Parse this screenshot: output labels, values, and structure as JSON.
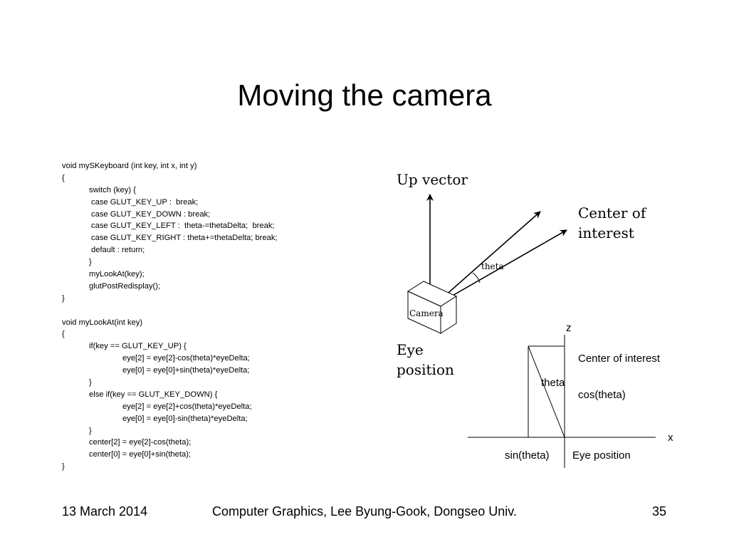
{
  "slide": {
    "title": "Moving the camera",
    "code_lines": [
      {
        "text": "void mySKeyboard (int key, int x, int y)",
        "indent": 0
      },
      {
        "text": "{",
        "indent": 0
      },
      {
        "text": "switch (key) {",
        "indent": 1
      },
      {
        "text": "case GLUT_KEY_UP :  break;",
        "indent": 1.5
      },
      {
        "text": "case GLUT_KEY_DOWN : break;",
        "indent": 1.5
      },
      {
        "text": "case GLUT_KEY_LEFT :  theta-=thetaDelta;  break;",
        "indent": 1.5
      },
      {
        "text": "case GLUT_KEY_RIGHT : theta+=thetaDelta; break;",
        "indent": 1.5
      },
      {
        "text": "default : return;",
        "indent": 1.5
      },
      {
        "text": "}",
        "indent": 1
      },
      {
        "text": "myLookAt(key);",
        "indent": 1
      },
      {
        "text": "glutPostRedisplay();",
        "indent": 1
      },
      {
        "text": "}",
        "indent": 0
      },
      {
        "text": "",
        "indent": 0
      },
      {
        "text": "void myLookAt(int key)",
        "indent": 0
      },
      {
        "text": "{",
        "indent": 0
      },
      {
        "text": "if(key == GLUT_KEY_UP) {",
        "indent": 1
      },
      {
        "text": "eye[2] = eye[2]-cos(theta)*eyeDelta;",
        "indent": 2
      },
      {
        "text": "eye[0] = eye[0]+sin(theta)*eyeDelta;",
        "indent": 2
      },
      {
        "text": "}",
        "indent": 1
      },
      {
        "text": "else if(key == GLUT_KEY_DOWN) {",
        "indent": 1
      },
      {
        "text": "eye[2] = eye[2]+cos(theta)*eyeDelta;",
        "indent": 2
      },
      {
        "text": "eye[0] = eye[0]-sin(theta)*eyeDelta;",
        "indent": 2
      },
      {
        "text": "}",
        "indent": 1
      },
      {
        "text": "center[2] = eye[2]-cos(theta);",
        "indent": 1
      },
      {
        "text": "center[0] = eye[0]+sin(theta);",
        "indent": 1
      },
      {
        "text": "}",
        "indent": 0
      }
    ],
    "diagram_top": {
      "up_vector": "Up vector",
      "center_of_interest_line1": "Center of",
      "center_of_interest_line2": "interest",
      "theta": "theta",
      "camera": "Camera",
      "eye_line1": "Eye",
      "eye_line2": "position"
    },
    "diagram_bottom": {
      "z": "z",
      "x": "x",
      "center_of_interest": "Center of interest",
      "theta": "theta",
      "cos_theta": "cos(theta)",
      "sin_theta": "sin(theta)",
      "eye_position": "Eye position"
    },
    "footer": {
      "date": "13 March 2014",
      "center": "Computer Graphics, Lee Byung-Gook, Dongseo Univ.",
      "page": "35"
    }
  }
}
